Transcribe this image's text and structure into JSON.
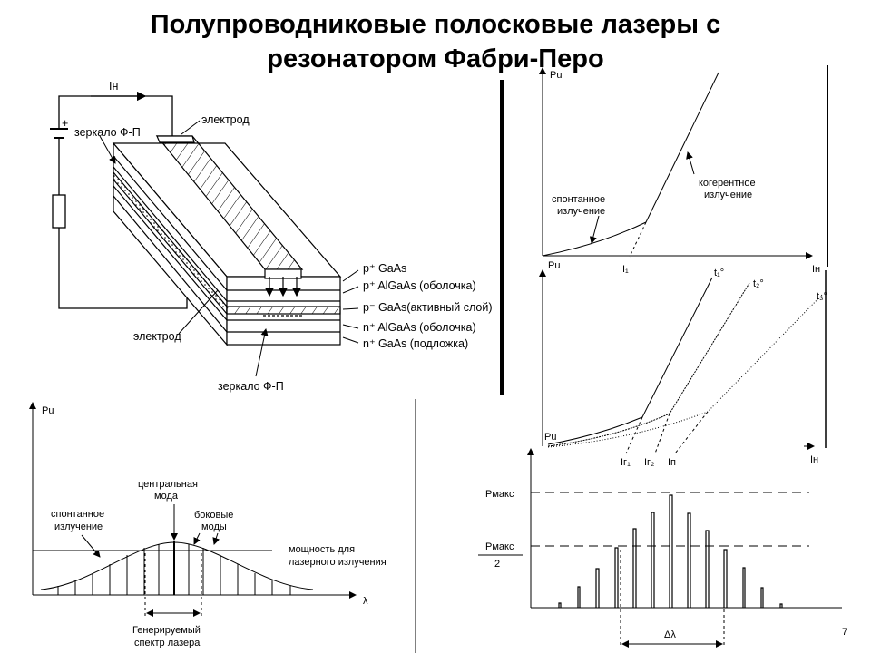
{
  "title": {
    "line1": "Полупроводниковые полосковые лазеры с",
    "line2": "резонатором Фабри-Перо"
  },
  "structure": {
    "current": "Iн",
    "plus": "+",
    "minus": "–",
    "mirror_top": "зеркало Ф-П",
    "electrode_top": "электрод",
    "electrode_bottom": "электрод",
    "mirror_bottom": "зеркало Ф-П",
    "layer_1": "p⁺ GaAs",
    "layer_2": "p⁺ AlGaAs (оболочка)",
    "layer_3": "p⁻ GaAs(активный слой)",
    "layer_4": "n⁺ AlGaAs (оболочка)",
    "layer_5": "n⁺ GaAs (подложка)"
  },
  "plot_pi": {
    "y_label": "Pu",
    "x_label": "Iн",
    "y0_label": "Pu",
    "threshold": "I₁",
    "spont_line1": "спонтанное",
    "spont_line2": "излучение",
    "coh_line1": "когерентное",
    "coh_line2": "излучение"
  },
  "plot_temp": {
    "y_label": "Pu",
    "x_label": "Iн",
    "t1": "t₁°",
    "t2": "t₂°",
    "t3": "t₃°",
    "ir1": "Iг₁",
    "ir2": "Iг₂",
    "in": "Iп"
  },
  "plot_spectrum_left": {
    "y_label": "Pu",
    "x_label": "λ",
    "central_line1": "центральная",
    "central_line2": "мода",
    "side_line1": "боковые",
    "side_line2": "моды",
    "spont_line1": "спонтанное",
    "spont_line2": "излучение",
    "power_line1": "мощность для",
    "power_line2": "лазерного излучения",
    "gen_line1": "Генерируемый",
    "gen_line2": "спектр лазера"
  },
  "plot_spectrum_right": {
    "pmax": "Pмакс",
    "pmax_half_num": "Pмакс",
    "pmax_half_den": "2",
    "delta": "Δλ",
    "page_number": "7"
  }
}
